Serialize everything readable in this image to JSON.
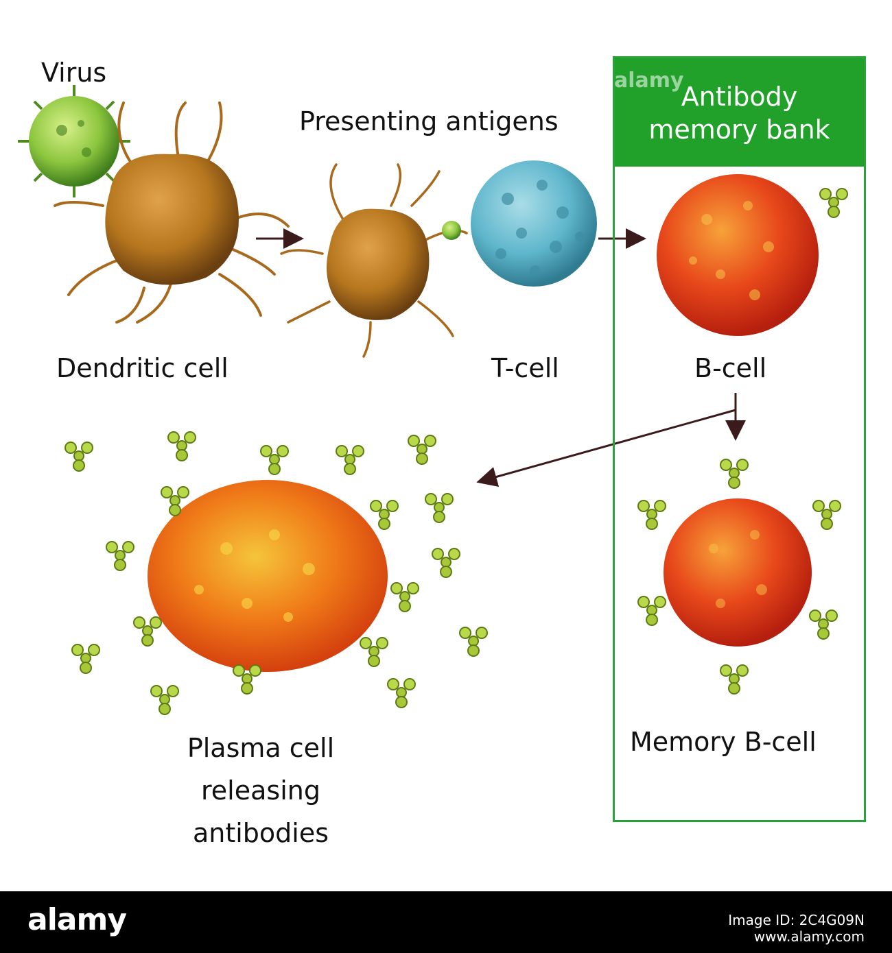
{
  "labels": {
    "virus": "Virus",
    "presenting": "Presenting antigens",
    "dendritic": "Dendritic cell",
    "tcell": "T-cell",
    "bcell": "B-cell",
    "memory_bcell": "Memory B-cell",
    "plasma_line1": "Plasma cell",
    "plasma_line2": "releasing",
    "plasma_line3": "antibodies"
  },
  "memory_bank": {
    "title_line1": "Antibody",
    "title_line2": "memory bank"
  },
  "watermark": "alamy",
  "footer": {
    "logo": "alamy",
    "image_id": "Image ID: 2C4G09N",
    "site": "www.alamy.com"
  },
  "colors": {
    "memory_bank_green": "#22a12a",
    "arrow": "#3a1a1a",
    "dendritic": "#b5761e",
    "tcell": "#5fb6cc",
    "bcell": "#e8481a",
    "antibody": "#a8c83a",
    "virus": "#8cc63e"
  }
}
